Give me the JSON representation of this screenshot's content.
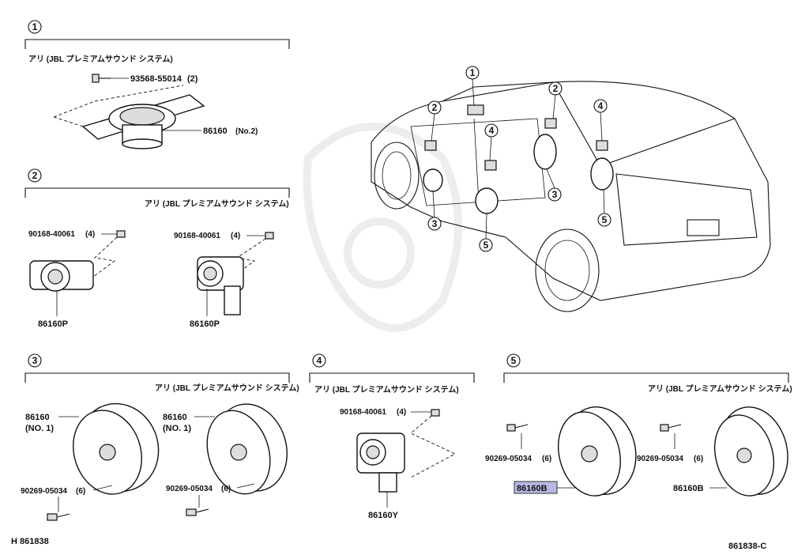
{
  "sections": {
    "s1": {
      "index": "1",
      "header": "アリ (JBL プレミアムサウンド システム)",
      "screw": {
        "part": "93568-55014",
        "qty": "(2)"
      },
      "speaker": {
        "part": "86160",
        "qty": "(No.2)"
      }
    },
    "s2": {
      "index": "2",
      "header": "アリ (JBL プレミアムサウンド システム)",
      "left": {
        "screw": "90168-40061",
        "qty": "(4)",
        "part": "86160P"
      },
      "right": {
        "screw": "90168-40061",
        "qty": "(4)",
        "part": "86160P"
      }
    },
    "s3": {
      "index": "3",
      "header": "アリ (JBL プレミアムサウンド システム)",
      "left": {
        "part": "86160",
        "sub": "(NO. 1)",
        "screw": "90269-05034",
        "qty": "(6)"
      },
      "right": {
        "part": "86160",
        "sub": "(NO. 1)",
        "screw": "90269-05034",
        "qty": "(6)"
      }
    },
    "s4": {
      "index": "4",
      "header": "アリ (JBL プレミアムサウンド システム)",
      "screw": "90168-40061",
      "qty": "(4)",
      "part": "86160Y"
    },
    "s5": {
      "index": "5",
      "header": "アリ (JBL プレミアムサウンド システム)",
      "left": {
        "screw": "90269-05034",
        "qty": "(6)",
        "part": "86160B"
      },
      "right": {
        "screw": "90269-05034",
        "qty": "(6)",
        "part": "86160B"
      }
    }
  },
  "car_callouts": [
    "1",
    "2",
    "2",
    "4",
    "4",
    "3",
    "3",
    "5",
    "5"
  ],
  "footer": {
    "left": "H 861838",
    "right": "861838-C"
  },
  "colors": {
    "highlight": "#b8b8e6",
    "line": "#111111"
  }
}
